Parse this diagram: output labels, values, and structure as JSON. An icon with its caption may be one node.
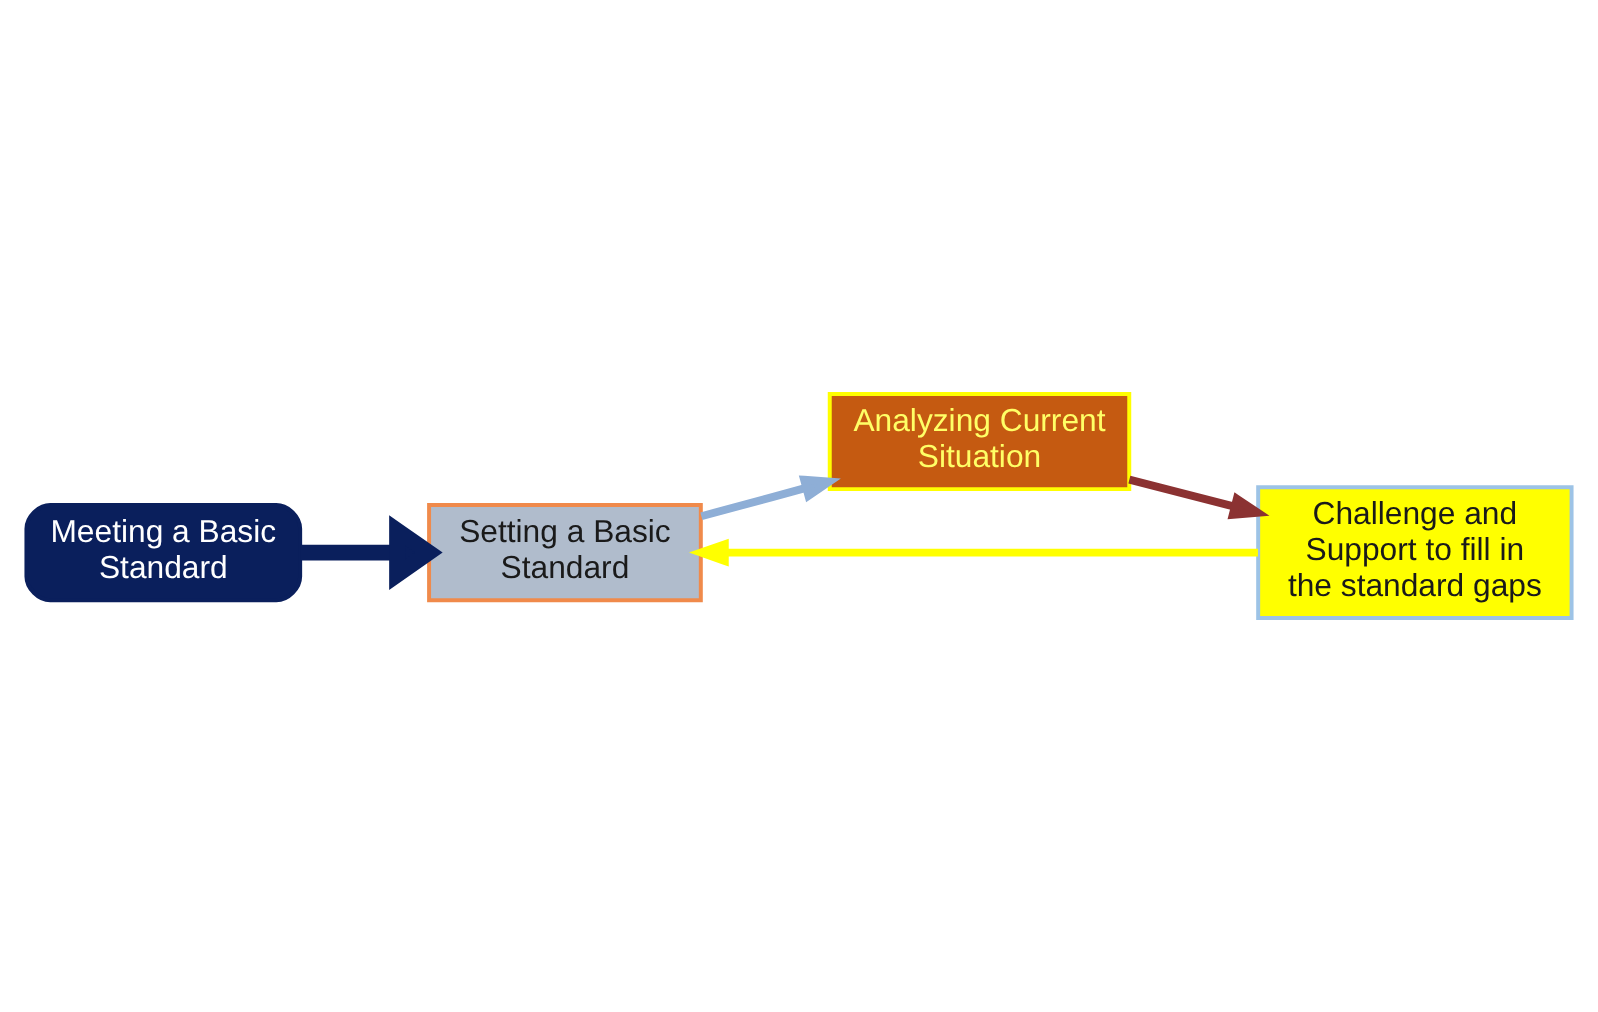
{
  "diagram": {
    "nodes": [
      {
        "text": [
          "Meeting a Basic Standard"
        ]
      },
      {
        "text": [
          "Setting a Basic Standard"
        ]
      },
      {
        "text": [
          "Analyzing Current Situation"
        ]
      },
      {
        "text": [
          "Challenge and Support to fill in the standard gaps"
        ]
      }
    ],
    "edges": [
      {
        "from": 0,
        "to": 1,
        "arrow": "to",
        "style": "thick",
        "color": "#0a1f5c"
      },
      {
        "from": 1,
        "to": 2,
        "arrow": "to",
        "color": "#8eaed6"
      },
      {
        "from": 2,
        "to": 3,
        "arrow": "to",
        "color": "#8b3232"
      },
      {
        "from": 3,
        "to": 1,
        "arrow": "to",
        "color": "#ffff00"
      }
    ]
  }
}
